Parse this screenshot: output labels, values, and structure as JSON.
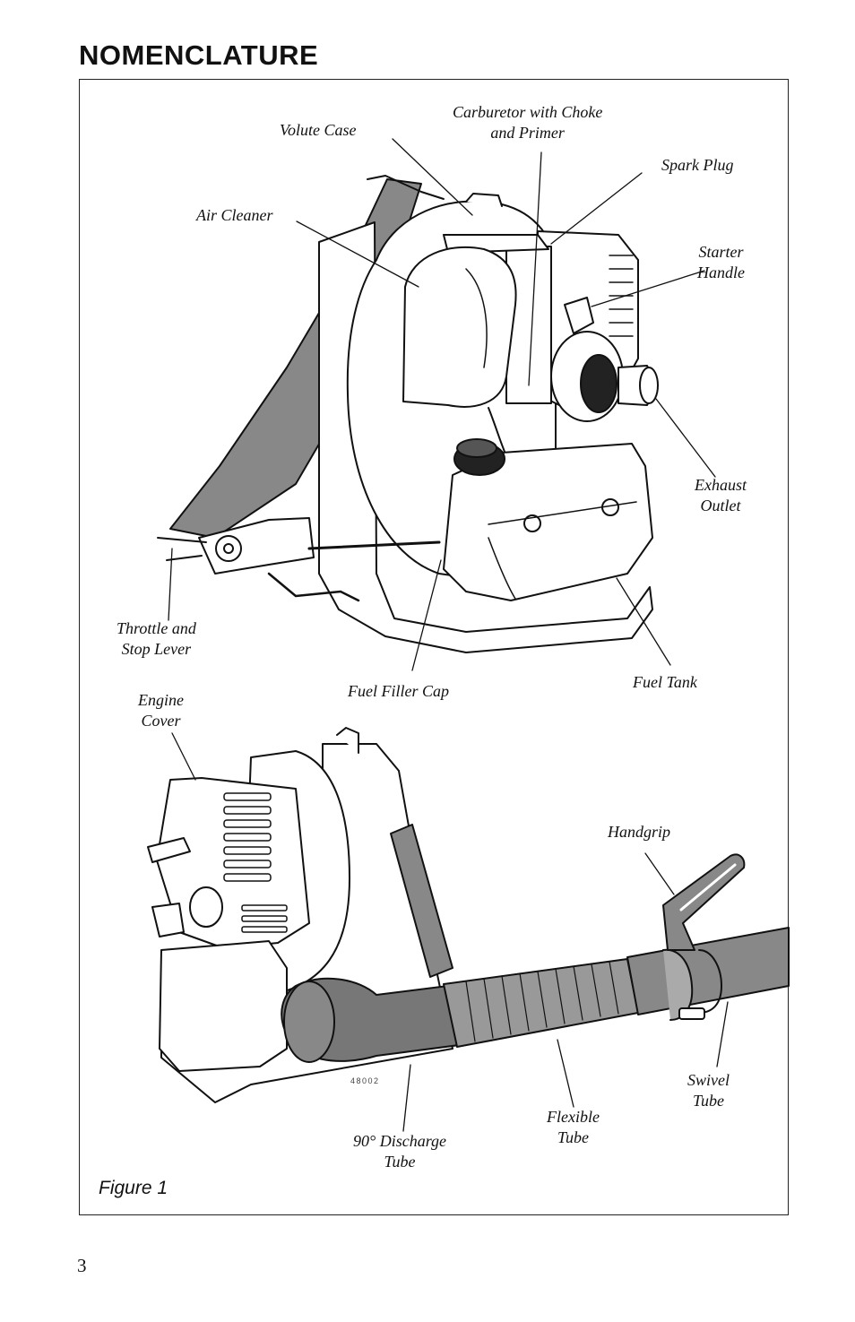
{
  "heading": "NOMENCLATURE",
  "figure": {
    "caption": "Figure 1",
    "part_number": "48002",
    "labels": {
      "volute_case": "Volute Case",
      "carburetor": [
        "Carburetor with Choke",
        "and Primer"
      ],
      "spark_plug": "Spark Plug",
      "air_cleaner": "Air Cleaner",
      "starter_handle": [
        "Starter",
        "Handle"
      ],
      "exhaust_outlet": [
        "Exhaust",
        "Outlet"
      ],
      "throttle": [
        "Throttle and",
        "Stop Lever"
      ],
      "fuel_filler_cap": "Fuel Filler Cap",
      "fuel_tank": "Fuel Tank",
      "engine_cover": [
        "Engine",
        "Cover"
      ],
      "handgrip": "Handgrip",
      "swivel_tube": [
        "Swivel",
        "Tube"
      ],
      "flexible_tube": [
        "Flexible",
        "Tube"
      ],
      "discharge_tube": [
        "90° Discharge",
        "Tube"
      ]
    }
  },
  "page_number": "3"
}
